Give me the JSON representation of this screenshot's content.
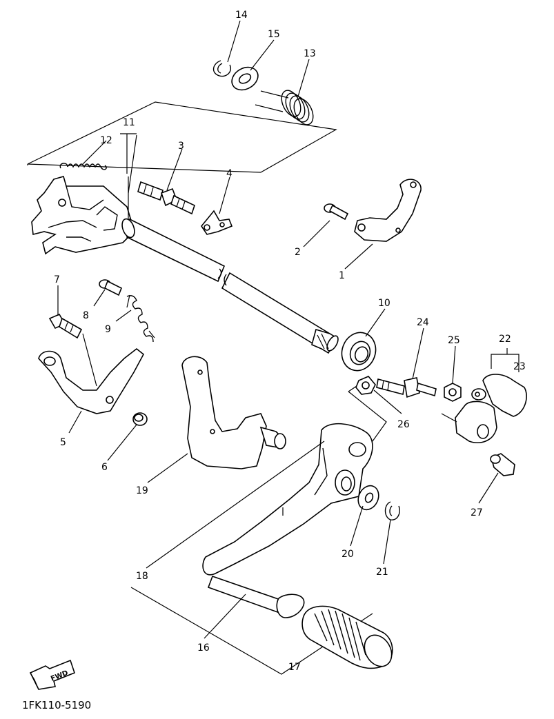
{
  "diagram": {
    "drawing_code": "1FK110-5190",
    "fwd_label": "FWD",
    "callouts": [
      "1",
      "2",
      "3",
      "4",
      "5",
      "6",
      "7",
      "8",
      "9",
      "10",
      "11",
      "12",
      "13",
      "14",
      "15",
      "16",
      "17",
      "18",
      "19",
      "20",
      "21",
      "22",
      "23",
      "24",
      "25",
      "26",
      "27"
    ]
  }
}
